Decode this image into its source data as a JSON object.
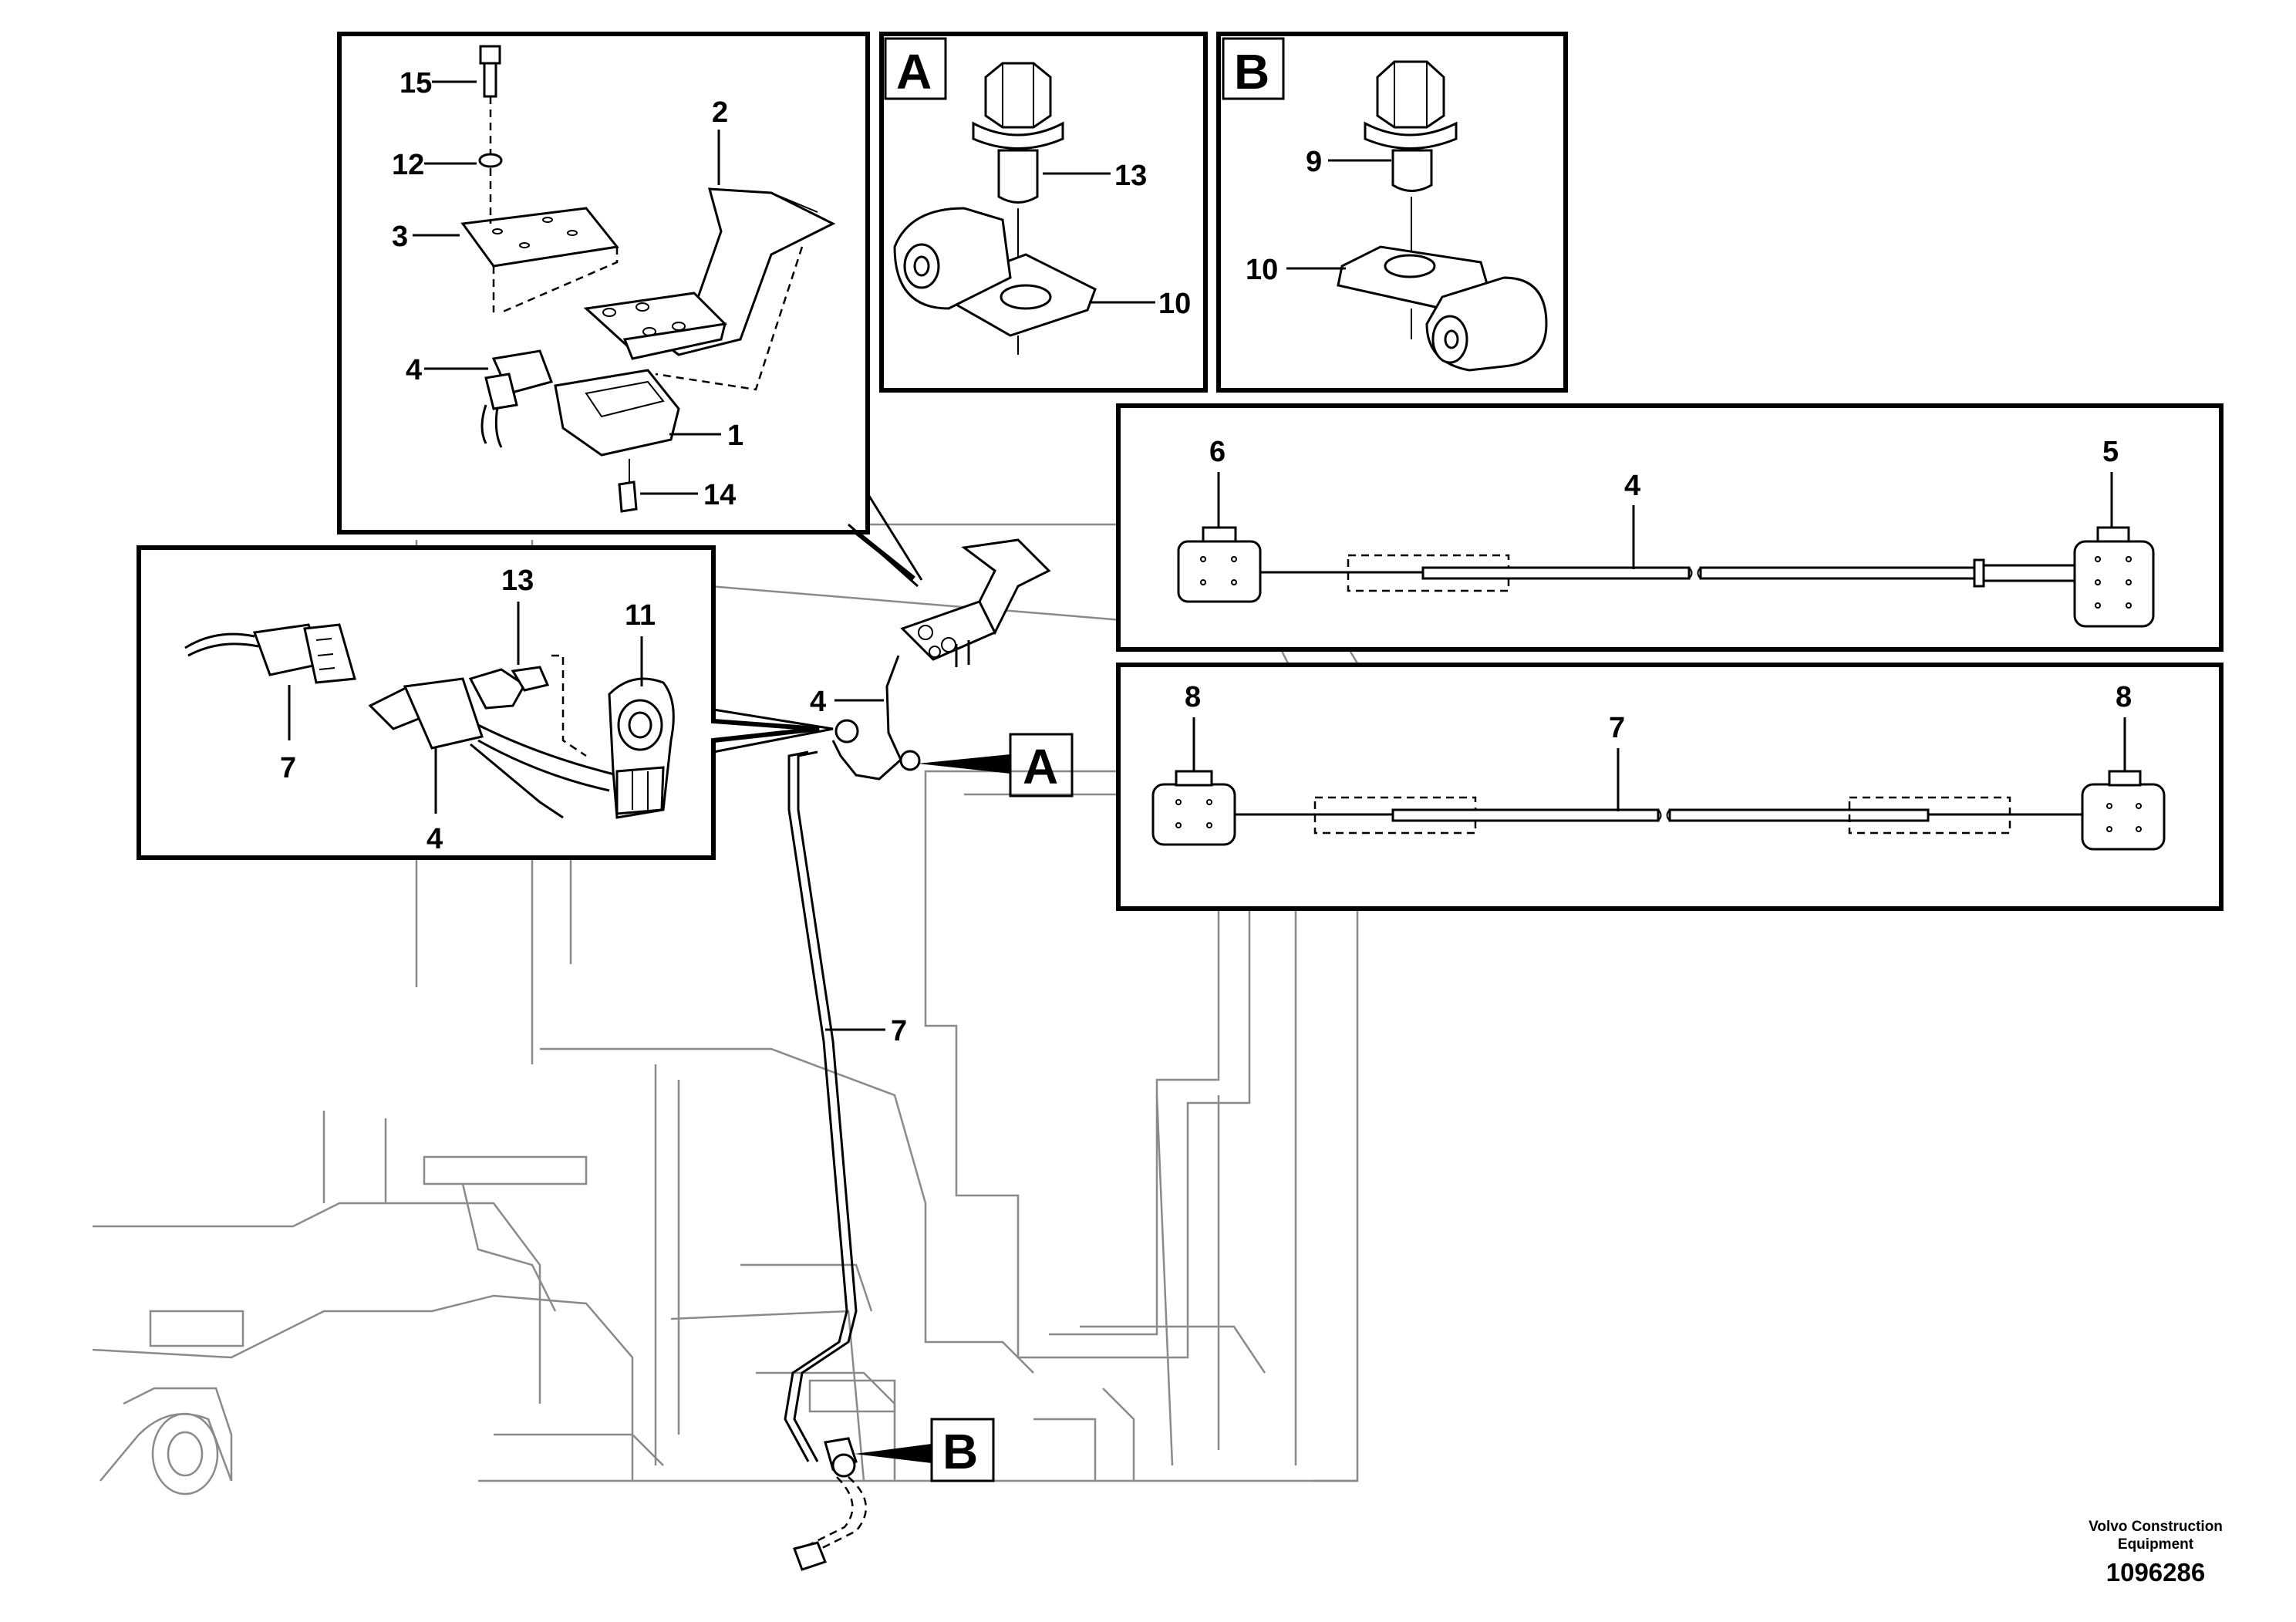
{
  "inset_A_letter": "A",
  "inset_B_letter": "B",
  "callouts_main": {
    "c15": "15",
    "c12": "12",
    "c3": "3",
    "c2": "2",
    "c4": "4",
    "c1": "1",
    "c14": "14"
  },
  "callouts_A": {
    "c13": "13",
    "c10": "10"
  },
  "callouts_B": {
    "c9": "9",
    "c10": "10"
  },
  "callouts_cable4": {
    "c6": "6",
    "c5": "5",
    "c4": "4"
  },
  "callouts_cable7": {
    "c8l": "8",
    "c8r": "8",
    "c7": "7"
  },
  "callouts_connector": {
    "c13": "13",
    "c11": "11",
    "c7": "7",
    "c4": "4"
  },
  "callouts_machine": {
    "c4": "4",
    "c7": "7"
  },
  "pointer_A": "A",
  "pointer_B": "B",
  "footer": {
    "brand_line1": "Volvo Construction",
    "brand_line2": "Equipment",
    "drawing_number": "1096286"
  }
}
